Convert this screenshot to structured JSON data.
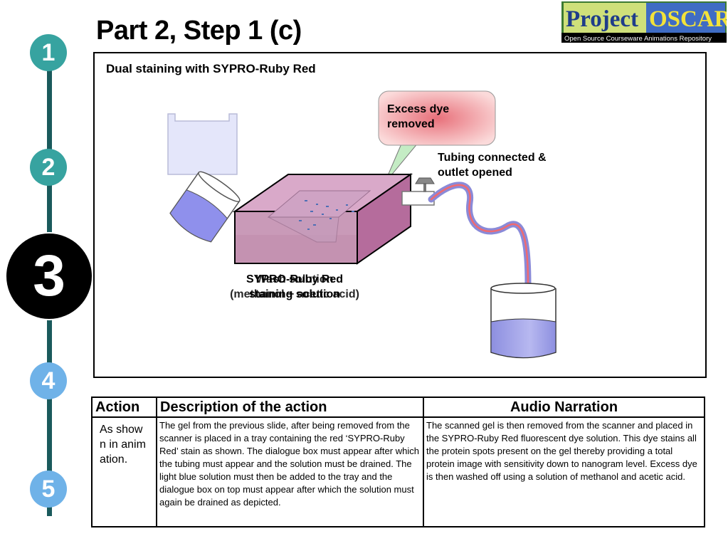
{
  "slide": {
    "title": "Part 2, Step 1 (c)",
    "logo": {
      "name_left": "Project",
      "name_right": "OSCAR",
      "tagline": "Open Source Courseware Animations Repository"
    },
    "steps": [
      "1",
      "2",
      "3",
      "4",
      "5"
    ],
    "active_step": "3",
    "colors": {
      "teal": "#37a3a0",
      "active": "#000000",
      "light_blue": "#6fb2e8",
      "timeline": "#1a5a5c"
    }
  },
  "animation": {
    "subtitle": "Dual staining with SYPRO-Ruby Red",
    "callout": "Excess dye removed",
    "tubing_label": "Tubing connected & outlet opened",
    "tray_label_lines": [
      "SYPRO-Ruby Red",
      "staining solution",
      "Wash solution",
      "(methanol + acetic acid)"
    ]
  },
  "table": {
    "headers": {
      "action": "Action",
      "description": "Description of the action",
      "narration": "Audio Narration"
    },
    "action_text": "As shown in animation.",
    "description_text": "The gel from the previous slide, after being removed from the scanner is placed in a tray containing the red ‘SYPRO-Ruby Red’ stain as shown. The dialogue box must appear after which the tubing must appear and the solution must be drained. The light blue solution must then be added to the tray and the dialogue box on top must appear after which the solution must again be drained as depicted.",
    "narration_text": "The scanned gel is then removed from the scanner and placed in the SYPRO-Ruby Red fluorescent dye solution. This dye stains all the protein spots present on the gel thereby providing a total protein image with sensitivity down to nanogram level. Excess dye is then washed off using a solution of methanol and acetic acid."
  }
}
